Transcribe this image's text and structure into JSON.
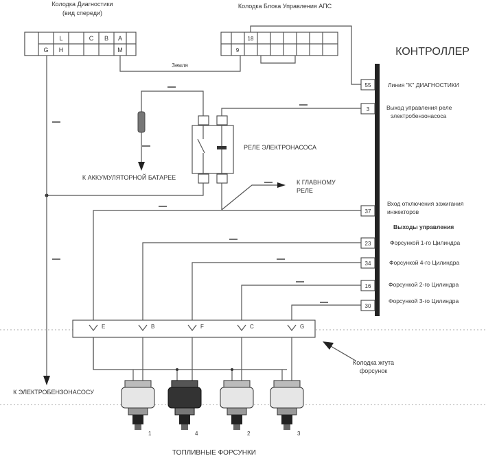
{
  "labels": {
    "diag_connector": "Колодка Диагностики",
    "diag_view": "(вид спереди)",
    "aps_connector": "Колодка Блока Управления АПС",
    "controller": "КОНТРОЛЛЕР",
    "pin_k_diag": "Линия \"K\" ДИАГНОСТИКИ",
    "pump_relay_out_1": "Выход управления реле",
    "pump_relay_out_2": "электробензонасоса",
    "pump_relay": "РЕЛЕ ЭЛЕКТРОНАСОСА",
    "to_main_relay_1": "К ГЛАВНОМУ",
    "to_main_relay_2": "РЕЛЕ",
    "to_battery": "К АККУМУЛЯТОРНОЙ БАТАРЕЕ",
    "ign_off_in_1": "Вход отключения зажигания",
    "ign_off_in_2": "инжекторов",
    "outputs_header": "Выходы управления",
    "injector_cyl1": "Форсункой 1-го Цилиндра",
    "injector_cyl4": "Форсункой 4-го Цилиндра",
    "injector_cyl2": "Форсункой 2-го Цилиндра",
    "injector_cyl3": "Форсункой 3-го Цилиндра",
    "to_fuel_pump": "К ЭЛЕКТРОБЕНЗОНАСОСУ",
    "harness_1": "Колодка жгута",
    "harness_2": "форсунок",
    "fuel_injectors": "ТОПЛИВНЫЕ ФОРСУНКИ",
    "ground_wire": "Земля"
  },
  "diag_pins_top": [
    "",
    "L",
    "",
    "C",
    "B",
    "A"
  ],
  "diag_pins_bottom": [
    "G",
    "H",
    "",
    "",
    "",
    "M"
  ],
  "aps_pins": [
    "18",
    "9"
  ],
  "controller_pins": [
    "55",
    "3",
    "37",
    "23",
    "34",
    "16",
    "30"
  ],
  "harness_pins": [
    "E",
    "B",
    "F",
    "C",
    "G"
  ],
  "injector_numbers": [
    "1",
    "4",
    "2",
    "3"
  ]
}
